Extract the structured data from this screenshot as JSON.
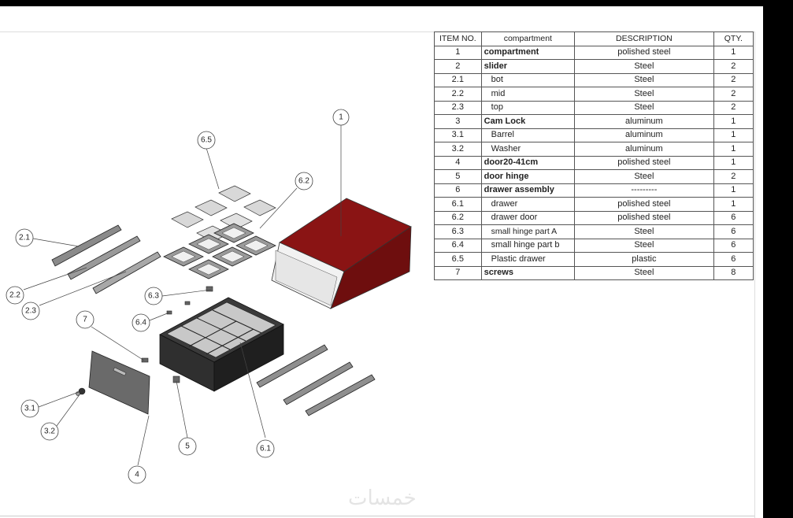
{
  "bom": {
    "headers": {
      "item_no": "ITEM NO.",
      "component": "compartment",
      "description": "DESCRIPTION",
      "qty": "QTY."
    },
    "rows": [
      {
        "item": "1",
        "component": "compartment",
        "description": "polished steel",
        "qty": "1"
      },
      {
        "item": "2",
        "component": "slider",
        "description": "Steel",
        "qty": "2"
      },
      {
        "item": "2.1",
        "component": "bot",
        "description": "Steel",
        "qty": "2"
      },
      {
        "item": "2.2",
        "component": "mid",
        "description": "Steel",
        "qty": "2"
      },
      {
        "item": "2.3",
        "component": "top",
        "description": "Steel",
        "qty": "2"
      },
      {
        "item": "3",
        "component": "Cam Lock",
        "description": "aluminum",
        "qty": "1"
      },
      {
        "item": "3.1",
        "component": "Barrel",
        "description": "aluminum",
        "qty": "1"
      },
      {
        "item": "3.2",
        "component": "Washer",
        "description": "aluminum",
        "qty": "1"
      },
      {
        "item": "4",
        "component": "door20-41cm",
        "description": "polished steel",
        "qty": "1"
      },
      {
        "item": "5",
        "component": "door hinge",
        "description": "Steel",
        "qty": "2"
      },
      {
        "item": "6",
        "component": "drawer assembly",
        "description": "---------",
        "qty": "1"
      },
      {
        "item": "6.1",
        "component": "drawer",
        "description": "polished steel",
        "qty": "1"
      },
      {
        "item": "6.2",
        "component": "drawer door",
        "description": "polished steel",
        "qty": "6"
      },
      {
        "item": "6.3",
        "component": "small hinge part A",
        "description": "Steel",
        "qty": "6"
      },
      {
        "item": "6.4",
        "component": "small hinge part b",
        "description": "Steel",
        "qty": "6"
      },
      {
        "item": "6.5",
        "component": "Plastic drawer",
        "description": "plastic",
        "qty": "6"
      },
      {
        "item": "7",
        "component": "screws",
        "description": "Steel",
        "qty": "8"
      }
    ]
  },
  "callouts": {
    "c1": "1",
    "c2_1": "2.1",
    "c2_2": "2.2",
    "c2_3": "2.3",
    "c3_1": "3.1",
    "c3_2": "3.2",
    "c4": "4",
    "c5": "5",
    "c6_1": "6.1",
    "c6_2": "6.2",
    "c6_3": "6.3",
    "c6_4": "6.4",
    "c6_5": "6.5",
    "c7": "7"
  },
  "colors": {
    "compartment": "#7a1212",
    "compartment_dark": "#4f0909",
    "drawer_dark": "#2b2b2b"
  },
  "watermark": "خمسات"
}
